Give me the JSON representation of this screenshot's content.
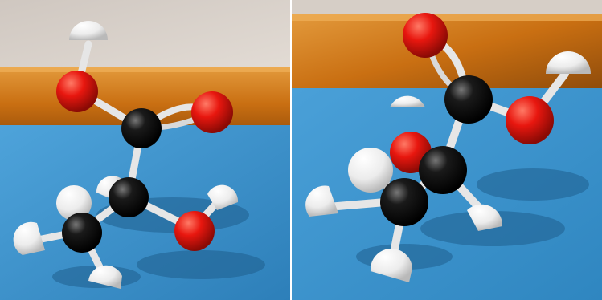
{
  "photos": [
    {
      "id": "left",
      "atoms": [
        {
          "element": "H",
          "color": "#f2f2f2"
        },
        {
          "element": "O",
          "color": "#e8170f"
        },
        {
          "element": "C",
          "color": "#111111"
        }
      ]
    },
    {
      "id": "right",
      "atoms": [
        {
          "element": "H",
          "color": "#f2f2f2"
        },
        {
          "element": "O",
          "color": "#e8170f"
        },
        {
          "element": "C",
          "color": "#111111"
        }
      ]
    }
  ],
  "colors": {
    "wall": "#d8d0c8",
    "shelf": "#d97d1a",
    "table": "#3f97d2",
    "carbon": "#111111",
    "oxygen": "#e8170f",
    "hydrogen": "#f2f2f2",
    "bond": "#e6e6e6"
  }
}
